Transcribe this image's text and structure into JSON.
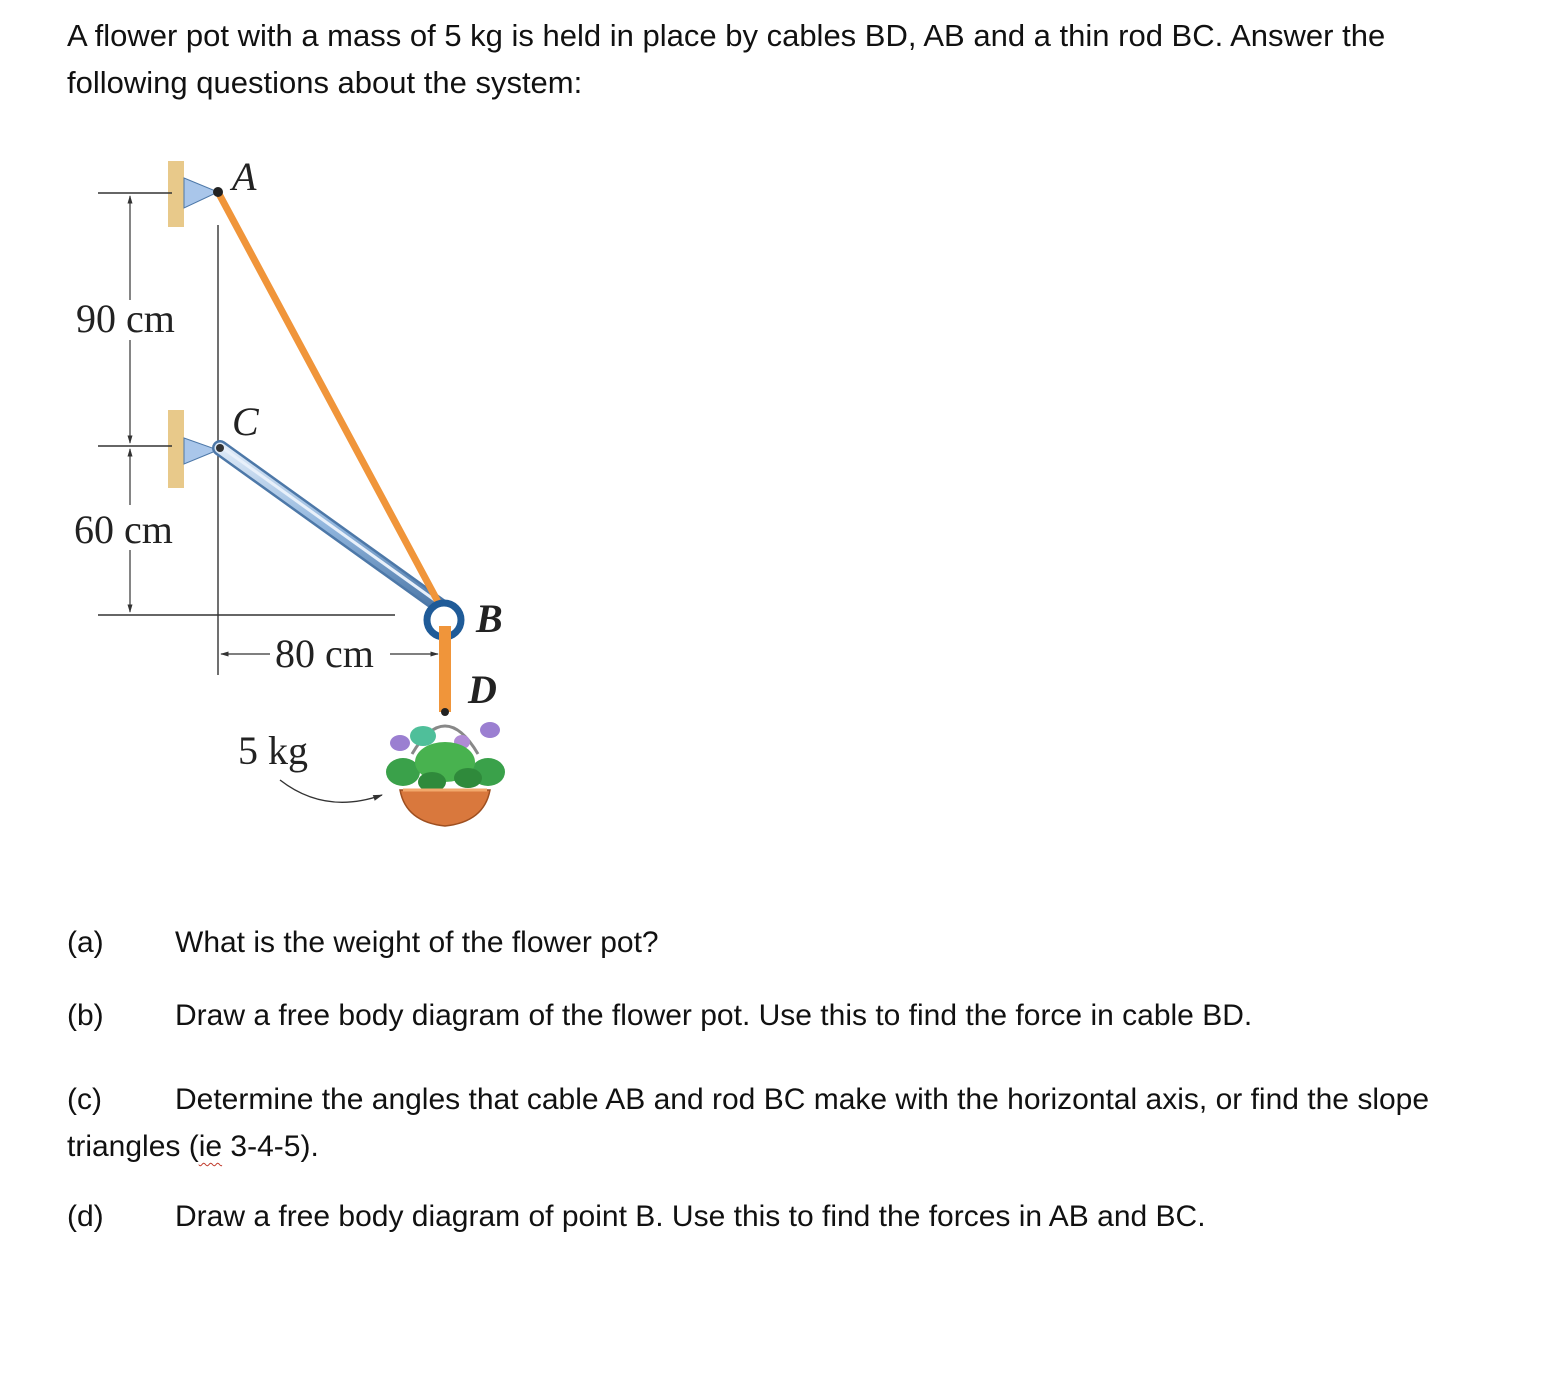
{
  "intro": "A flower pot with a mass of 5 kg is held in place by cables BD, AB and a thin rod BC.  Answer the following questions about the system:",
  "figure": {
    "labels": {
      "A": "A",
      "B": "B",
      "C": "C",
      "D": "D"
    },
    "dimensions": {
      "vertical_top": "90 cm",
      "vertical_bottom": "60 cm",
      "horizontal": "80 cm"
    },
    "mass_label": "5 kg",
    "colors": {
      "cable": "#f0953a",
      "rod": "#8fb4dc",
      "wall": "#e8c98a",
      "pot": "#d9783d",
      "leaf": "#3aa14a",
      "flower": "#9b7fd1"
    }
  },
  "questions": {
    "a": {
      "tag": "(a)",
      "text": "What is the weight of the flower pot?"
    },
    "b": {
      "tag": "(b)",
      "text": "Draw a free body diagram of the flower pot.  Use this to find the force in cable BD."
    },
    "c": {
      "tag": "(c)",
      "text_before": "Determine the angles that cable AB and rod BC make with the horizontal axis, or find the slope triangles (",
      "underlined": "ie",
      "text_after": " 3-4-5)."
    },
    "d": {
      "tag": "(d)",
      "text": "Draw a free body diagram of point B.  Use this to find the forces in AB and BC."
    }
  }
}
